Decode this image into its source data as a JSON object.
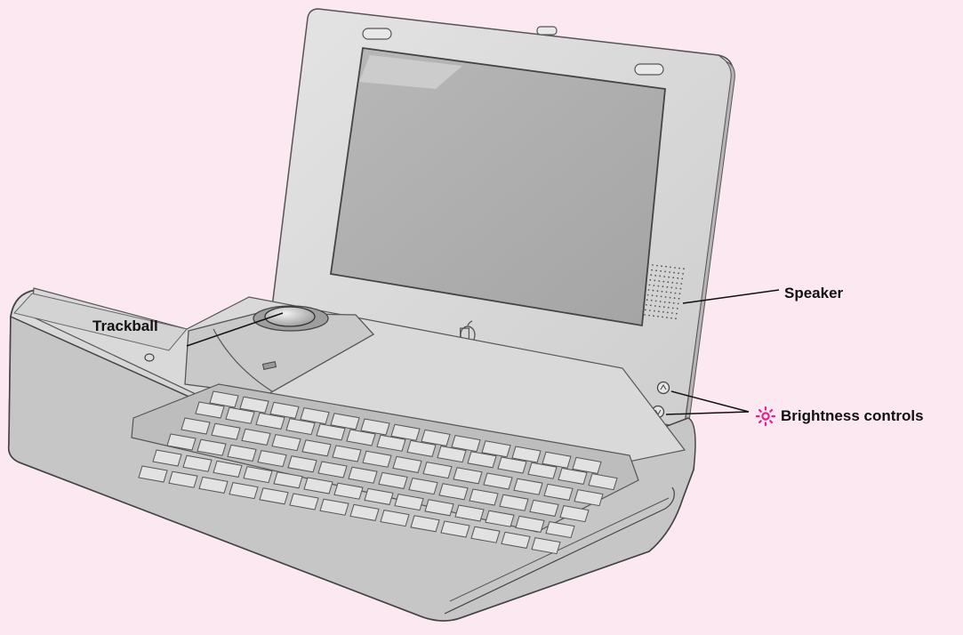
{
  "diagram": {
    "labels": {
      "trackball": "Trackball",
      "speaker": "Speaker",
      "brightness": "Brightness controls"
    },
    "icons": {
      "brightness_icon": "sun-icon",
      "logo": "apple-logo-icon"
    },
    "colors": {
      "background": "#fce8f1",
      "accent": "#e8208a",
      "body": "#d7d7d7",
      "screen": "#a9a9a9"
    }
  }
}
